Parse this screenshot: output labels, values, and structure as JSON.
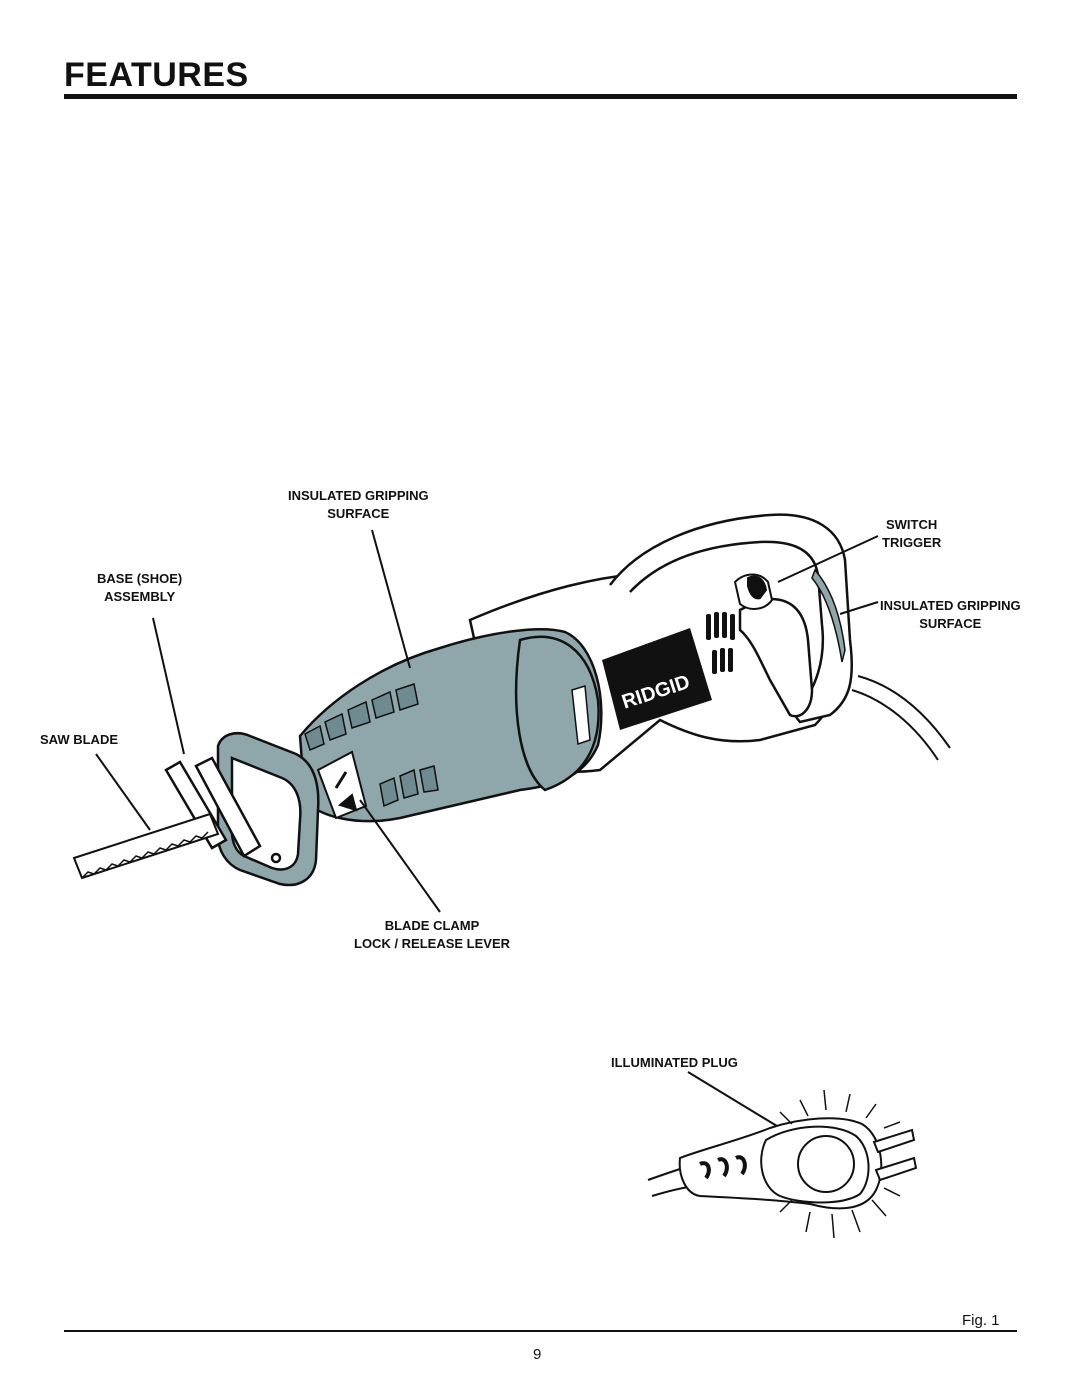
{
  "page": {
    "title": "FEATURES",
    "figure_label": "Fig. 1",
    "page_number": "9"
  },
  "callouts": {
    "insulated_gripping_top": [
      "INSULATED GRIPPING",
      "SURFACE"
    ],
    "switch_trigger": [
      "SWITCH",
      "TRIGGER"
    ],
    "insulated_gripping_right": [
      "INSULATED GRIPPING",
      "SURFACE"
    ],
    "base_shoe": [
      "BASE (SHOE)",
      "ASSEMBLY"
    ],
    "saw_blade": [
      "SAW BLADE"
    ],
    "blade_clamp": [
      "BLADE CLAMP",
      "LOCK / RELEASE LEVER"
    ],
    "illuminated_plug": [
      "ILLUMINATED PLUG"
    ]
  },
  "brand_logo": "RIDGID",
  "colors": {
    "grip": "#8fa6ab",
    "grip_dark": "#6f8a90",
    "ink": "#111111"
  }
}
